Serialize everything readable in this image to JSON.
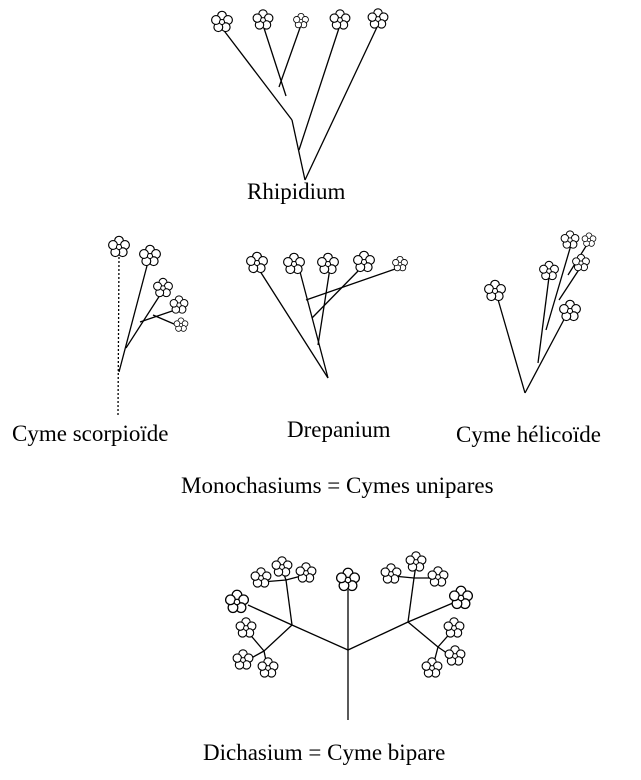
{
  "labels": {
    "rhipidium": "Rhipidium",
    "cyme_scorpioide": "Cyme scorpioïde",
    "drepanium": "Drepanium",
    "cyme_helicoide": "Cyme hélicoïde",
    "monochasiums": "Monochasiums = Cymes unipares",
    "dichasium": "Dichasium = Cyme bipare"
  },
  "colors": {
    "ink": "#000000",
    "background": "#ffffff"
  },
  "icon": "five-petal-flower-icon"
}
